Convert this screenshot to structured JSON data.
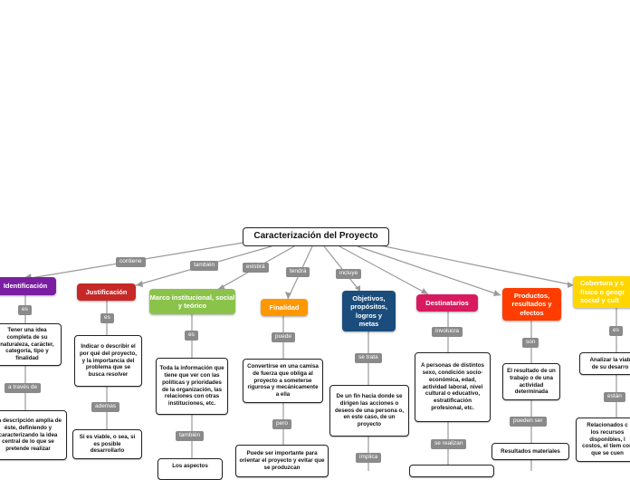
{
  "central": {
    "title": "Caracterización del Proyecto"
  },
  "topics": {
    "identificacion": {
      "label": "Identificación",
      "color": "#7b1fa2"
    },
    "justificacion": {
      "label": "Justificación",
      "color": "#c62828"
    },
    "marco": {
      "label": "Marco institucional, social y teórico",
      "color": "#8bc34a"
    },
    "finalidad": {
      "label": "Finalidad",
      "color": "#ff9800"
    },
    "objetivos": {
      "label": "Objetivos, propósitos, logros y metas",
      "color": "#1a4d7c"
    },
    "destinatarios": {
      "label": "Destinatarios",
      "color": "#d81b60"
    },
    "productos": {
      "label": "Productos, resultados y efectos",
      "color": "#ff3d00"
    },
    "cobertura": {
      "label": "Cobertura y c físico o geogr social y cult",
      "color": "#ffd600"
    }
  },
  "connectors": {
    "contiene": "contiene",
    "tambien": "también",
    "existira": "existirá",
    "tendra": "tendrá",
    "incluye": "incluye",
    "es_ident": "es",
    "a_traves_de": "a través de",
    "es_just": "es",
    "ademas": "ademas",
    "es_marco": "es",
    "tambien_marco": "también",
    "puede": "puede",
    "pero": "pero",
    "se_trata": "se trata",
    "implica": "implica",
    "involucra": "involucra",
    "se_realizan": "se realizan",
    "son": "son",
    "pueden_ser": "pueden ser",
    "es_cob": "es",
    "estan": "están"
  },
  "leaves": {
    "ident_1": "Tener una idea completa de su naturaleza, carácter, categoría, tipo y finalidad",
    "ident_2": "La descripción amplia de éste, definiendo y caracterizando la idea central de lo que se pretende realizar",
    "just_1": "Indicar o describir el por qué del proyecto, y la importancia del problema que se busca resolver",
    "just_2": "Si es viable, o sea, si es posible desarrollarlo",
    "marco_1": "Toda la información que tiene que ver con las políticas y prioridades de la organización, las relaciones con otras instituciones, etc.",
    "marco_2": "Los aspectos",
    "fin_1": "Convertirse en una camisa de fuerza que obliga al proyecto a someterse rigurosa y mecánicamente a ella",
    "fin_2": "Puede ser importante para orientar el proyecto y evitar que se produzcan",
    "obj_1": "De un fin hacia donde se dirigen las acciones o deseos de una persona o, en este caso, de un proyecto",
    "dest_1": "A personas de distintos sexo, condición socio-económica, edad, actividad laboral, nivel cultural o educativo, estratificación profesional, etc.",
    "prod_1": "El resultado de un trabajo o de una actividad determinada",
    "prod_2": "Resultados materiales",
    "cob_1": "Analizar la viab de su desarro",
    "cob_2": "Relacionados c los recursos disponibles, l costos, el tiem con que se cuen"
  }
}
